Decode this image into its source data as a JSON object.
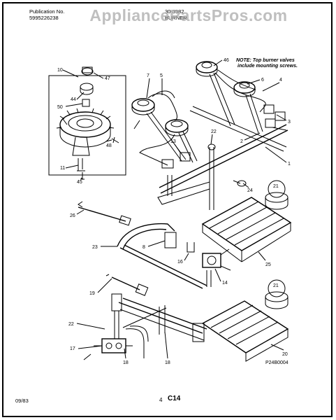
{
  "header": {
    "publication_label": "Publication No.",
    "publication_number": "5995226238",
    "model": "30-3982",
    "section": "BURNER",
    "watermark": "AppliancePartsPros.com"
  },
  "note": {
    "line1": "NOTE: Top burner valves",
    "line2": "include mounting screws."
  },
  "callouts": [
    "10",
    "47",
    "44",
    "50",
    "48",
    "11",
    "45",
    "7",
    "5",
    "46",
    "6",
    "4",
    "3",
    "1",
    "2",
    "22",
    "13",
    "24",
    "21",
    "26",
    "23",
    "8",
    "16",
    "14",
    "25",
    "19",
    "21",
    "22",
    "17",
    "18",
    "18",
    "20"
  ],
  "footer": {
    "date": "09/83",
    "page_num": "4",
    "page_code": "C14",
    "figure_code": "P24B0004"
  }
}
